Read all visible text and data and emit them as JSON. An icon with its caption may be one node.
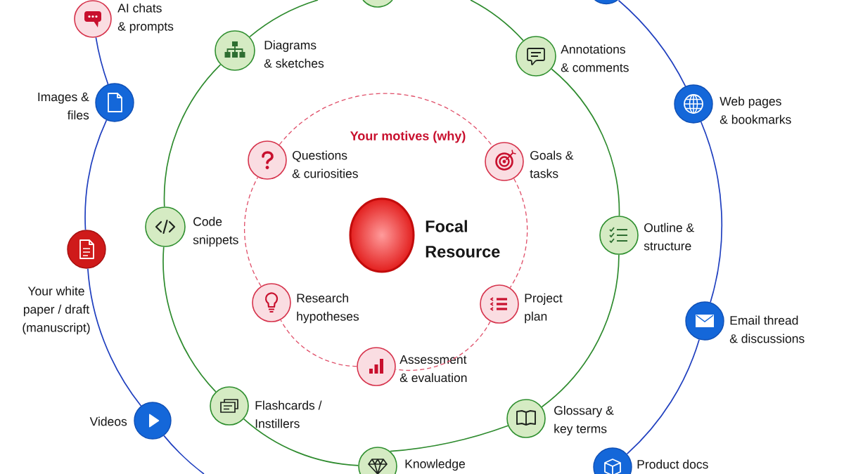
{
  "diagram": {
    "nodes": [
      {
        "text": [
          "AI chats & prompts"
        ]
      },
      {
        "text": [],
        "shape": "circle"
      },
      {
        "text": [],
        "shape": "circle"
      },
      {
        "text": [
          "Diagrams & sketches"
        ]
      },
      {
        "text": [
          "Annotations & comments"
        ]
      },
      {
        "text": [
          "Images & files"
        ]
      },
      {
        "text": [
          "Web pages & bookmarks"
        ]
      },
      {
        "text": [
          "Questions & curiosities"
        ]
      },
      {
        "text": [
          "Goals & tasks"
        ]
      },
      {
        "text": [
          "Code snippets"
        ]
      },
      {
        "text": [
          "Focal Resource"
        ]
      },
      {
        "text": [
          "Outline & structure"
        ]
      },
      {
        "text": [
          "Your white paper / draft (manuscript)"
        ]
      },
      {
        "text": [
          "Research hypotheses"
        ]
      },
      {
        "text": [
          "Project plan"
        ]
      },
      {
        "text": [
          "Email thread & discussions"
        ]
      },
      {
        "text": [
          "Assessment & evaluation"
        ]
      },
      {
        "text": [
          "Flashcards / Instillers"
        ]
      },
      {
        "text": [
          "Glossary & key terms"
        ]
      },
      {
        "text": [
          "Videos"
        ]
      },
      {
        "text": [
          "Knowledge"
        ]
      },
      {
        "text": [
          "Product docs"
        ]
      }
    ],
    "edges": [
      {
        "from": 3,
        "to": null,
        "arrow": "none"
      },
      {
        "from": null,
        "to": 4,
        "arrow": "none"
      },
      {
        "from": 4,
        "to": 11,
        "arrow": "none"
      },
      {
        "from": 11,
        "to": 18,
        "arrow": "none"
      },
      {
        "from": 18,
        "to": 20,
        "arrow": "none"
      },
      {
        "from": 20,
        "to": 17,
        "arrow": "none"
      },
      {
        "from": 17,
        "to": 9,
        "arrow": "none"
      },
      {
        "from": 9,
        "to": 3,
        "arrow": "none"
      },
      {
        "from": 0,
        "to": 5,
        "arrow": "none",
        "color": "#1f3fbf"
      },
      {
        "from": 5,
        "to": 12,
        "arrow": "none",
        "color": "#1f3fbf"
      },
      {
        "from": 12,
        "to": 19,
        "arrow": "none",
        "color": "#1f3fbf"
      },
      {
        "from": 19,
        "to": null,
        "arrow": "none",
        "color": "#1f3fbf"
      },
      {
        "from": 2,
        "to": 6,
        "arrow": "none",
        "color": "#1f3fbf"
      },
      {
        "from": 6,
        "to": 15,
        "arrow": "none",
        "color": "#1f3fbf"
      },
      {
        "from": 15,
        "to": 21,
        "arrow": "none",
        "color": "#1f3fbf"
      },
      {
        "from": 7,
        "to": 8,
        "arrow": "none",
        "style": "dashed",
        "color": "#e0506a"
      },
      {
        "from": 8,
        "to": 14,
        "arrow": "none",
        "style": "dashed",
        "color": "#e0506a"
      },
      {
        "from": 14,
        "to": 16,
        "arrow": "none",
        "style": "dashed",
        "color": "#e0506a"
      },
      {
        "from": 16,
        "to": 13,
        "arrow": "none",
        "style": "dashed",
        "color": "#e0506a"
      },
      {
        "from": 13,
        "to": 7,
        "arrow": "none",
        "style": "dashed",
        "color": "#e0506a"
      }
    ],
    "labels": [
      "Your motives (why)"
    ]
  }
}
